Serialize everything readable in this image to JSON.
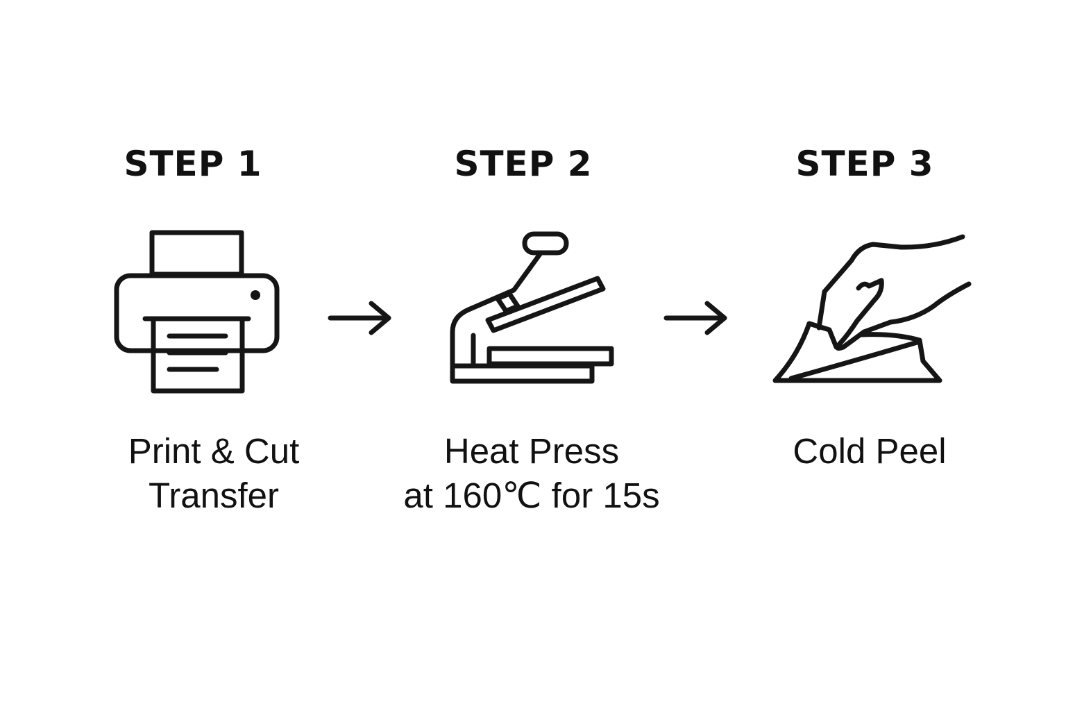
{
  "steps": [
    {
      "title": "STEP 1",
      "desc_lines": [
        "Print & Cut",
        "Transfer"
      ],
      "icon": "printer-icon"
    },
    {
      "title": "STEP 2",
      "desc_lines": [
        "Heat Press",
        "at 160℃ for 15s"
      ],
      "icon": "heat-press-icon"
    },
    {
      "title": "STEP 3",
      "desc_lines": [
        "Cold Peel"
      ],
      "icon": "hand-peel-icon"
    }
  ],
  "connectors": [
    "arrow-right-icon",
    "arrow-right-icon"
  ],
  "colors": {
    "background": "#ffffff",
    "foreground": "#151515"
  }
}
